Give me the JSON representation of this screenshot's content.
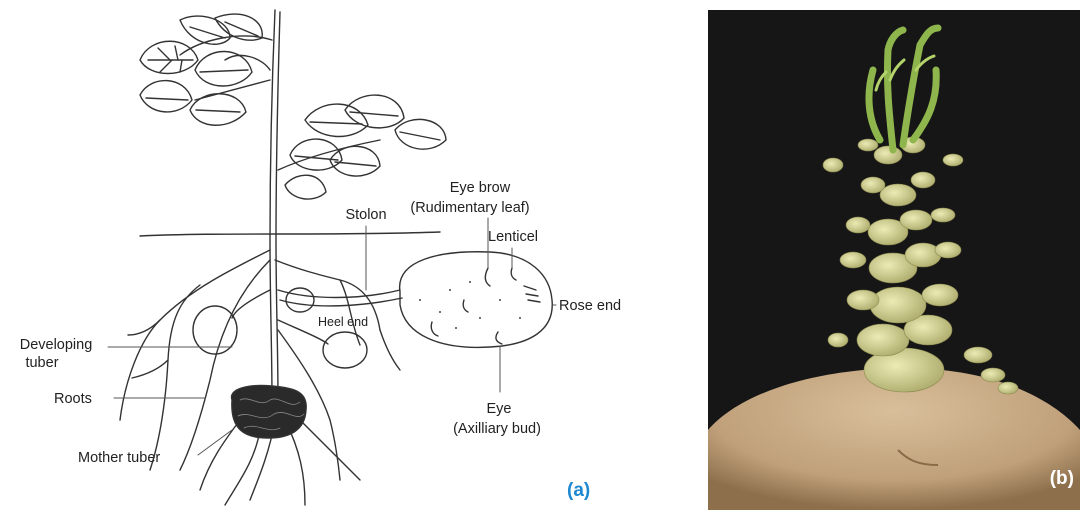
{
  "panel_a": {
    "tag": "(a)",
    "tag_color": "#1e88d0",
    "labels": {
      "eye_brow_line1": "Eye brow",
      "eye_brow_line2": "(Rudimentary leaf)",
      "stolon": "Stolon",
      "lenticel": "Lenticel",
      "rose_end": "Rose end",
      "heel_end": "Heel end",
      "developing_tuber_line1": "Developing",
      "developing_tuber_line2": "tuber",
      "roots": "Roots",
      "mother_tuber": "Mother tuber",
      "eye_line1": "Eye",
      "eye_line2": "(Axilliary bud)"
    }
  },
  "panel_b": {
    "tag": "(b)",
    "background_color": "#161616",
    "tuber_color": "#c7a983",
    "sprout_color": "#cfcf92",
    "shoot_color": "#8fb64d"
  }
}
